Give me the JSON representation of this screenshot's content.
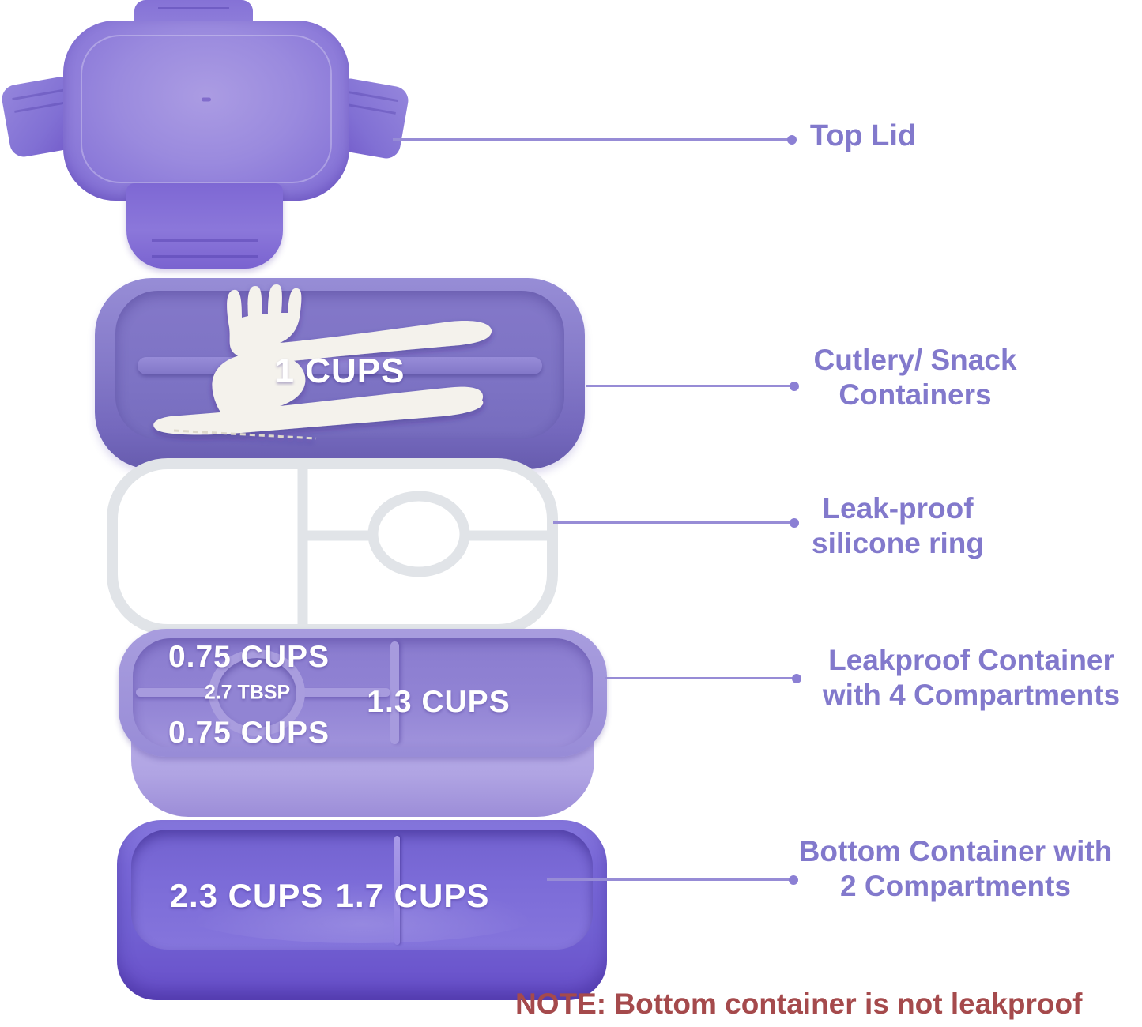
{
  "product": {
    "title": "Stackable bento lunch box exploded view",
    "layers": [
      "top-lid",
      "cutlery-snack-tray",
      "silicone-ring",
      "four-compartment-container",
      "bottom-container"
    ]
  },
  "callouts": [
    {
      "id": "top-lid",
      "lines": [
        "Top Lid"
      ]
    },
    {
      "id": "cutlery-snack",
      "lines": [
        "Cutlery/ Snack",
        "Containers"
      ]
    },
    {
      "id": "silicone-ring",
      "lines": [
        "Leak-proof",
        "silicone ring"
      ]
    },
    {
      "id": "four-compartment",
      "lines": [
        "Leakproof Container",
        "with 4 Compartments"
      ]
    },
    {
      "id": "bottom-container",
      "lines": [
        "Bottom Container with",
        "2 Compartments"
      ]
    }
  ],
  "capacities": {
    "cutlery_tray": "1 CUPS",
    "four_comp_top_left": "0.75 CUPS",
    "four_comp_cup": "2.7 TBSP",
    "four_comp_bottom_left": "0.75 CUPS",
    "four_comp_right": "1.3 CUPS",
    "bottom_left": "2.3 CUPS",
    "bottom_right": "1.7 CUPS"
  },
  "note": "NOTE: Bottom container is not leakproof",
  "colors": {
    "label_text": "#8279cc",
    "note_text": "#a54a4c",
    "leader_line": "#978cd6",
    "lid_purple": "#9283d9",
    "tray_purple": "#8579ca",
    "ring_gray": "#e2e5e8",
    "container_rim_purple": "#a094db",
    "container_base_lavender": "#b3a8e4",
    "bottom_purple": "#7361d4",
    "capacity_text": "#ffffff",
    "cutlery_white": "#f4f2ec"
  }
}
